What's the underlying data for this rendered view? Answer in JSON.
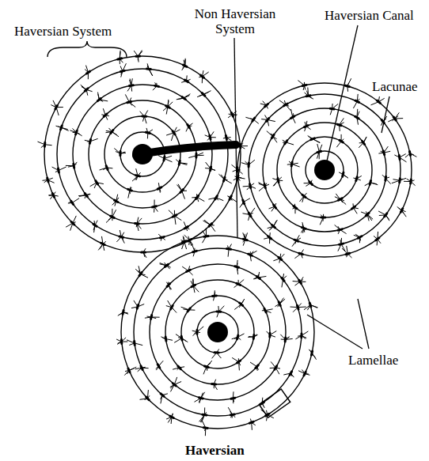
{
  "diagram": {
    "caption": "Haversian",
    "labels": [
      "Haversian System",
      "Non Haversian System",
      "Haversian Canal",
      "Lacunae",
      "Lamellae"
    ]
  }
}
